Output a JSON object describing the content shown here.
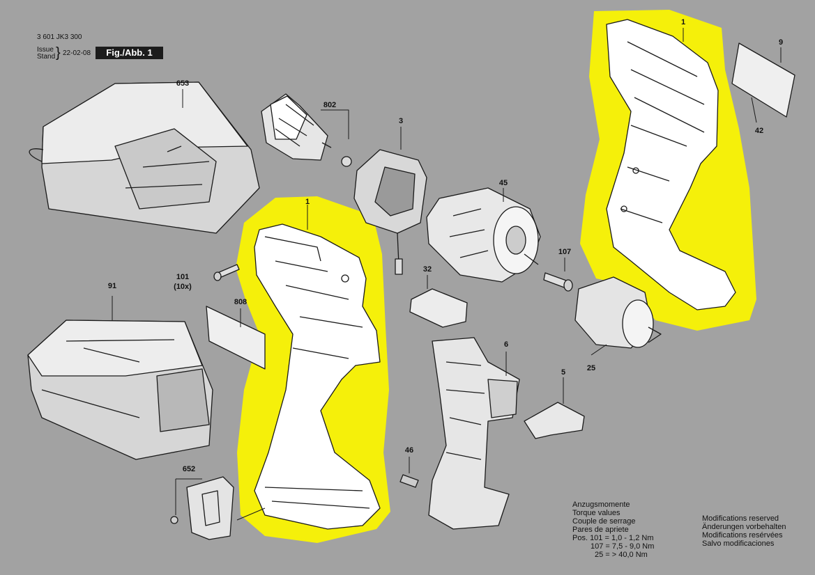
{
  "header": {
    "part_number": "3 601 JK3 300",
    "issue_label": "Issue",
    "stand_label": "Stand",
    "brace": "}",
    "date": "22-02-08",
    "figure_label": "Fig./Abb. 1"
  },
  "callouts": {
    "c653": "653",
    "c802": "802",
    "c3": "3",
    "c45": "45",
    "c1_left": "1",
    "c1_right": "1",
    "c9": "9",
    "c42": "42",
    "c101": "101",
    "c101_qty": "(10x)",
    "c91": "91",
    "c808": "808",
    "c32": "32",
    "c107": "107",
    "c25": "25",
    "c6": "6",
    "c5": "5",
    "c46": "46",
    "c652": "652"
  },
  "torque": {
    "line1": "Anzugsmomente",
    "line2": "Torque values",
    "line3": "Couple de serrage",
    "line4": "Pares de apriete",
    "line5": "Pos.  101 = 1,0 - 1,2 Nm",
    "line6": "107 = 7,5 - 9,0 Nm",
    "line7": "25 = > 40,0 Nm"
  },
  "modifications": {
    "line1": "Modifications reserved",
    "line2": "Änderungen vorbehalten",
    "line3": "Modifications resérvées",
    "line4": "Salvo modificaciones"
  },
  "colors": {
    "background": "#a2a2a2",
    "highlight": "#f5f00a",
    "part_fill": "#ffffff",
    "stroke": "#1a1a1a"
  }
}
